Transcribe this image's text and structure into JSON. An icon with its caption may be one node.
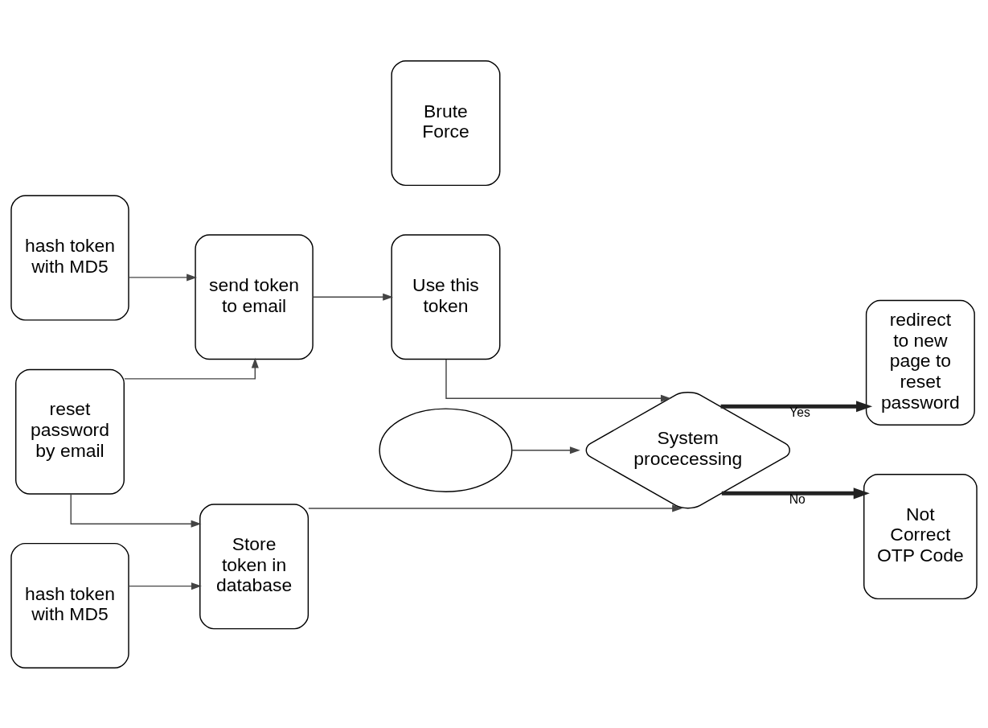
{
  "diagram": {
    "nodes": [
      {
        "text": [
          "hash token with MD5"
        ]
      },
      {
        "text": [
          "reset password by email"
        ]
      },
      {
        "text": [
          "send token to email"
        ]
      },
      {
        "text": [
          "Use this token"
        ]
      },
      {
        "text": [],
        "shape": "circle"
      },
      {
        "text": [
          "Brute Force"
        ]
      },
      {
        "text": [
          "Store token in database"
        ]
      },
      {
        "text": [
          "hash token with MD5"
        ]
      },
      {
        "text": [
          "System procecessing"
        ]
      },
      {
        "text": [
          "redirect to new page to reset password"
        ]
      },
      {
        "text": [
          "Not Correct OTP Code"
        ]
      }
    ],
    "edges": [
      {
        "from": 0,
        "to": 2,
        "arrow": "to"
      },
      {
        "from": 1,
        "to": 2,
        "arrow": "to"
      },
      {
        "from": 2,
        "to": 3,
        "arrow": "to"
      },
      {
        "from": 3,
        "to": 8,
        "arrow": "to"
      },
      {
        "from": 4,
        "to": 8,
        "arrow": "to"
      },
      {
        "from": 1,
        "to": 6,
        "arrow": "to"
      },
      {
        "from": 7,
        "to": 6,
        "arrow": "to"
      },
      {
        "from": 6,
        "to": 8,
        "arrow": "to"
      },
      {
        "from": 8,
        "to": 9,
        "label": "Yes",
        "arrow": "to",
        "style": "thick"
      },
      {
        "from": 8,
        "to": 10,
        "label": "No",
        "arrow": "to",
        "style": "thick"
      }
    ]
  }
}
